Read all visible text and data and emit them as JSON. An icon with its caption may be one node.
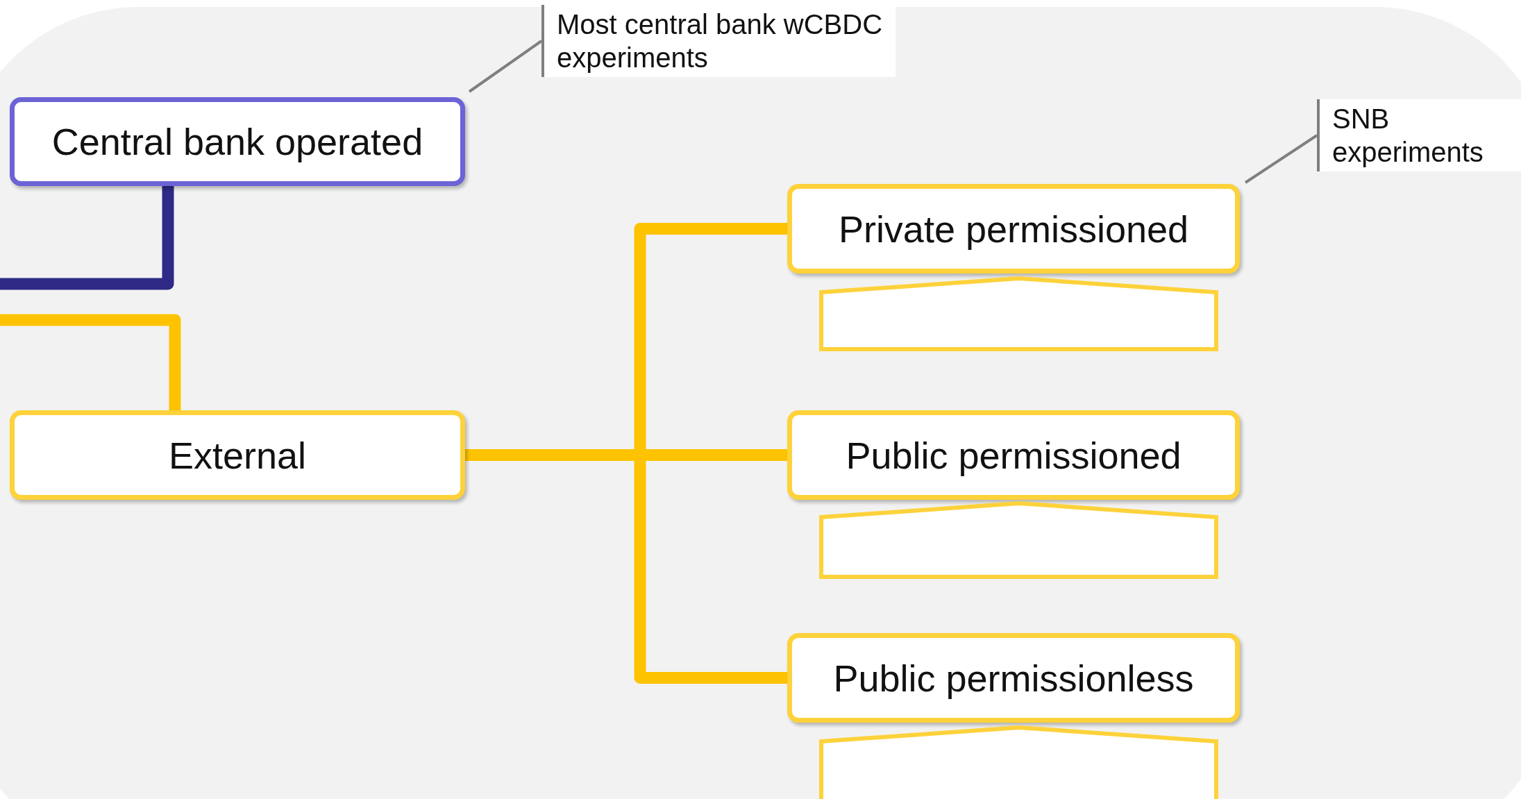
{
  "diagram": {
    "nodes": [
      {
        "text": [
          "Most central bank wCBDC experiments"
        ]
      },
      {
        "text": [
          "Central bank operated"
        ]
      },
      {
        "text": [
          "SNB experiments"
        ]
      },
      {
        "text": [
          "Private permissioned"
        ]
      },
      {
        "text": [],
        "shape": "box"
      },
      {
        "text": [
          "External"
        ]
      },
      {
        "text": [
          "Public permissioned"
        ]
      },
      {
        "text": [],
        "shape": "box"
      },
      {
        "text": [
          "Public permissionless"
        ]
      },
      {
        "text": [],
        "shape": "box"
      }
    ],
    "edges": [
      {
        "from": null,
        "to": 1,
        "arrow": "none",
        "color": "#2e2a85"
      },
      {
        "from": null,
        "to": 5,
        "arrow": "none"
      },
      {
        "from": 5,
        "to": 3,
        "arrow": "none"
      },
      {
        "from": 5,
        "to": 6,
        "arrow": "none"
      },
      {
        "from": 5,
        "to": 8,
        "arrow": "none"
      },
      {
        "from": 0,
        "to": 1,
        "arrow": "none",
        "color": "#7f7f7f"
      },
      {
        "from": 2,
        "to": 3,
        "arrow": "none",
        "color": "#7f7f7f"
      }
    ]
  }
}
